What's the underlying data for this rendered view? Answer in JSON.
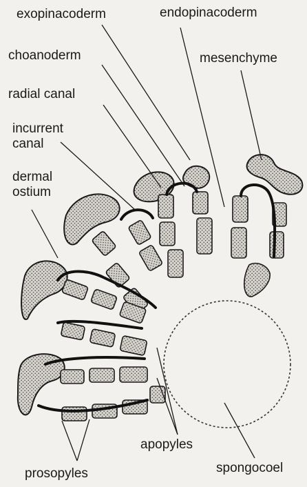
{
  "labels": {
    "exopinacoderm": "exopinacoderm",
    "endopinacoderm": "endopinacoderm",
    "choanoderm": "choanoderm",
    "mesenchyme": "mesenchyme",
    "radial_canal": "radial  canal",
    "incurrent_canal_line1": "incurrent",
    "incurrent_canal_line2": "canal",
    "dermal_ostium_line1": "dermal",
    "dermal_ostium_line2": "ostium",
    "apopyles": "apopyles",
    "prosopyles": "prosopyles",
    "spongocoel": "spongocoel"
  },
  "colors": {
    "ink": "#1a1a1a",
    "background": "#f2f1ee",
    "mesenchyme_fill": "#c9c6bf"
  }
}
